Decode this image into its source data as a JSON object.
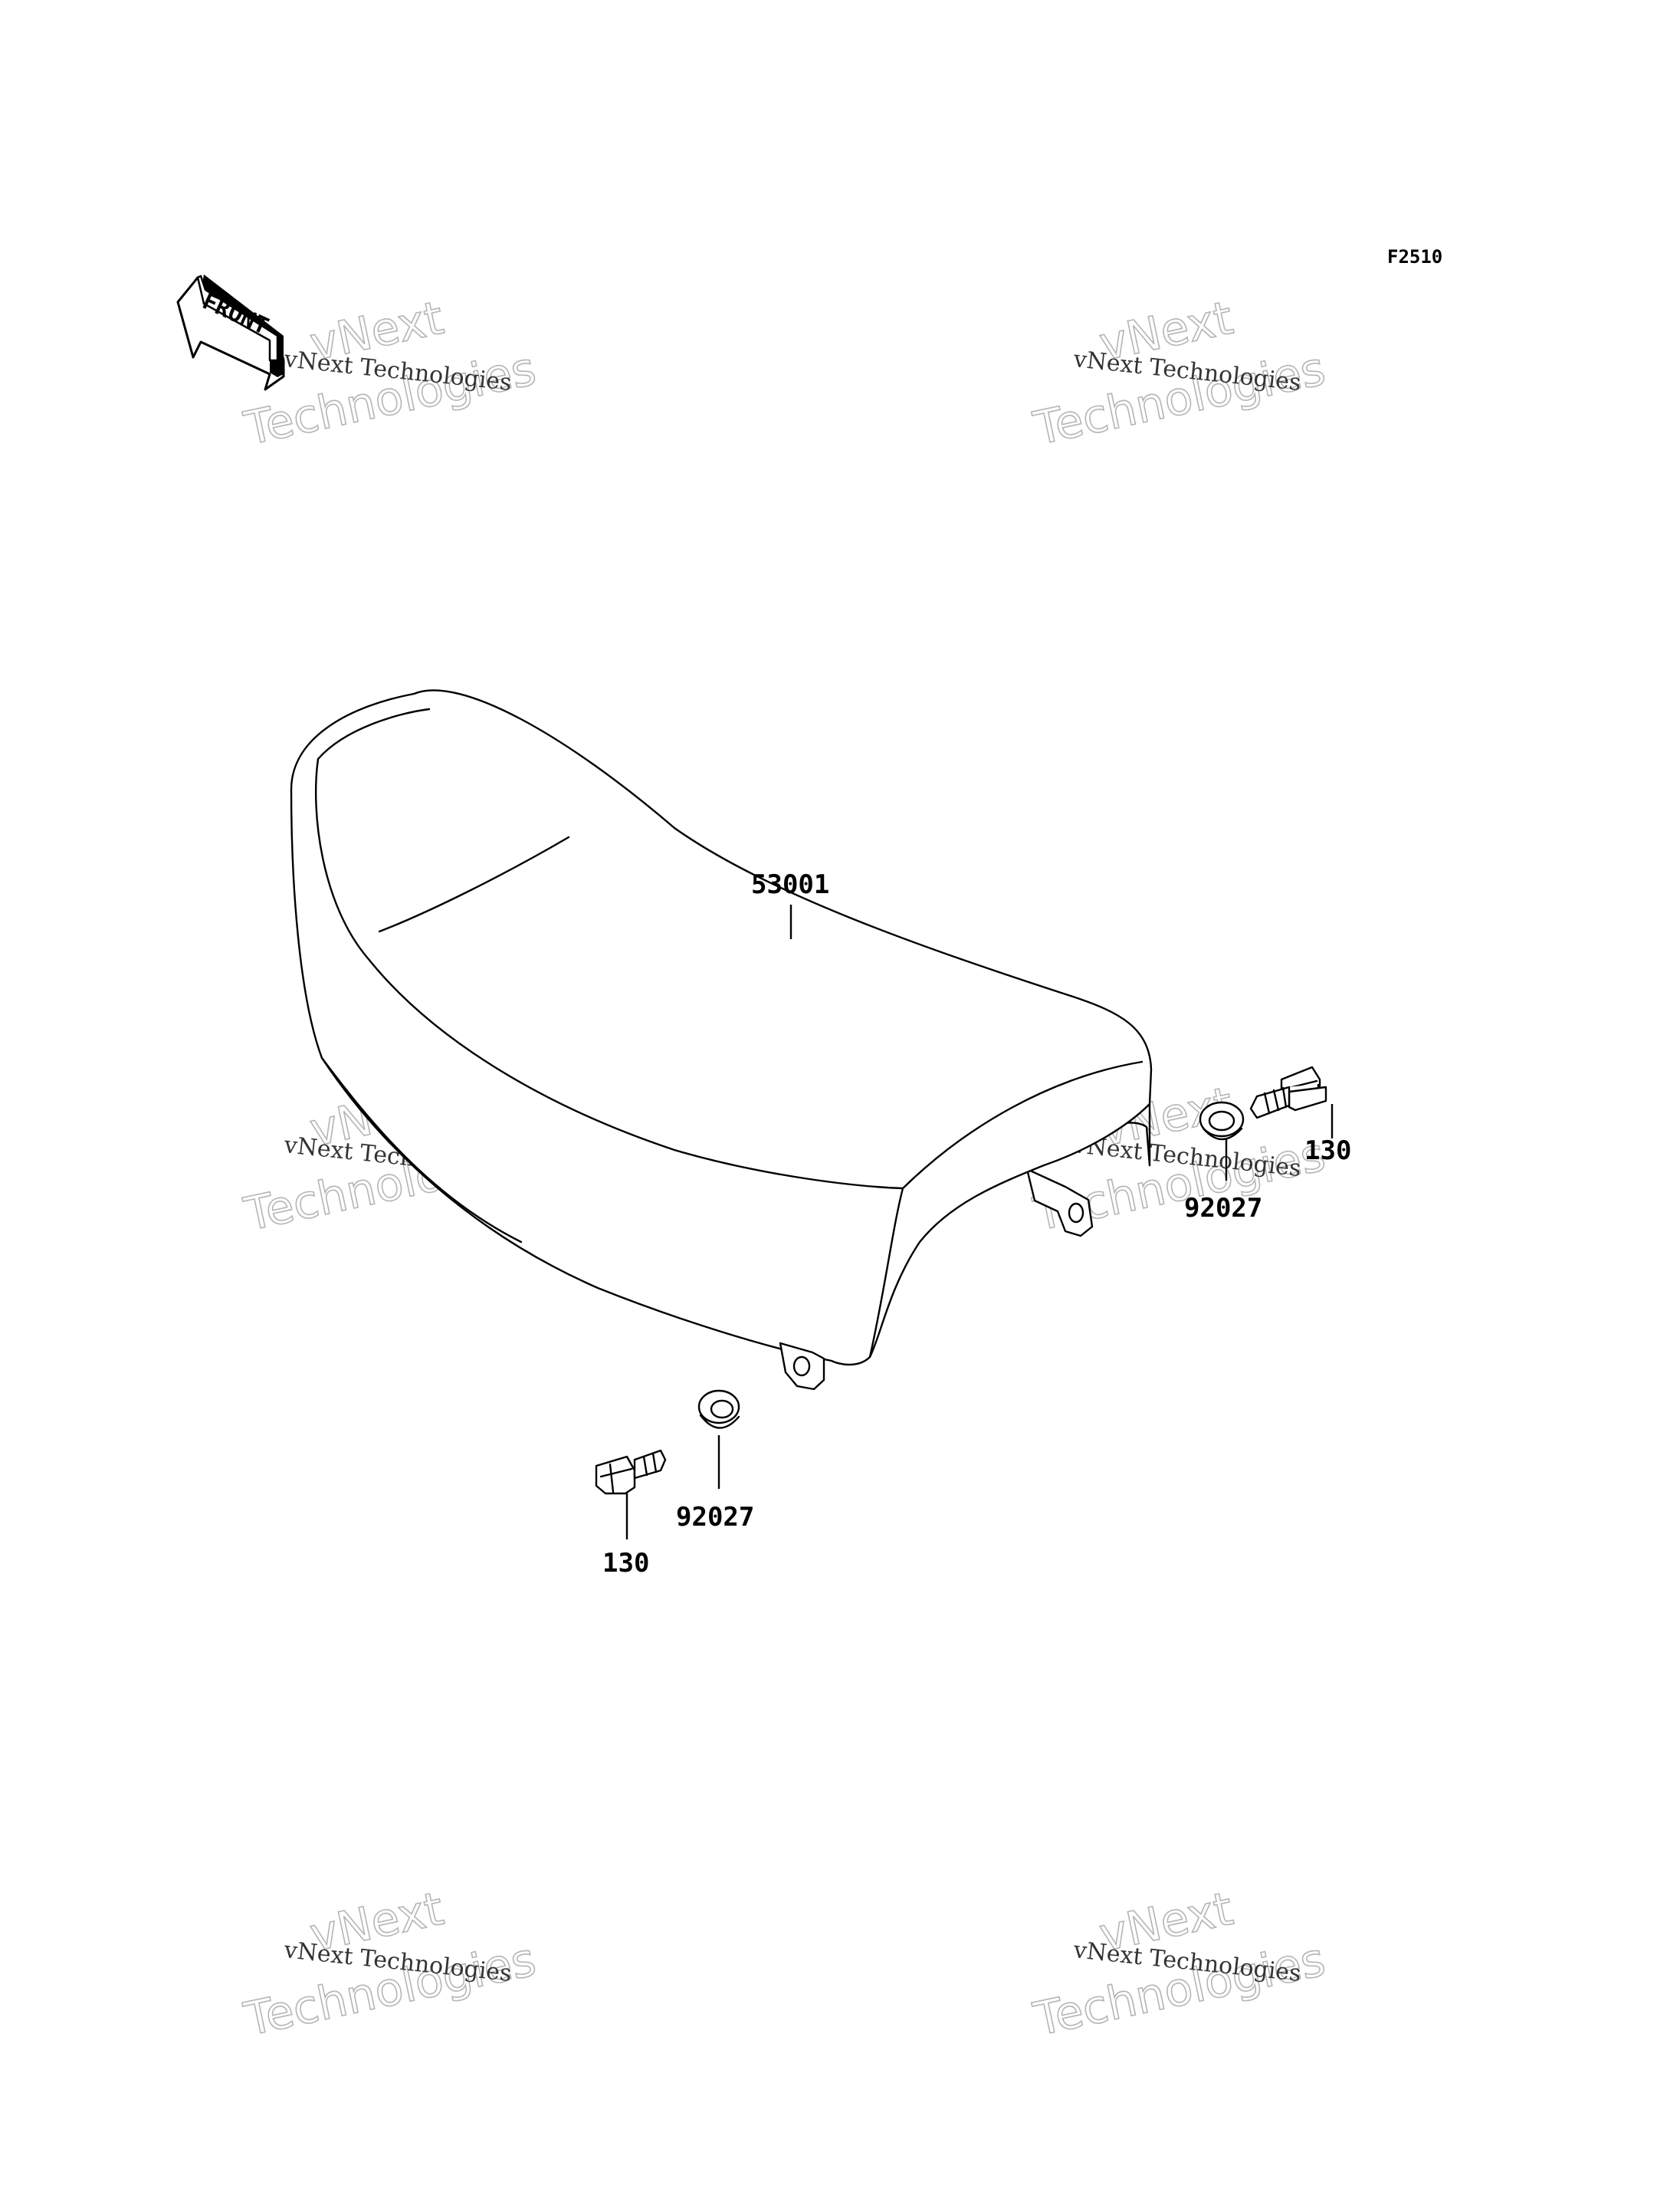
{
  "figure_code": "F2510",
  "front_label": "FRONT",
  "watermark": {
    "line1": "vNext Technologies",
    "line2_a": "vNext",
    "line2_b": "Technologies"
  },
  "callouts": {
    "seat": "53001",
    "collar_rear": "92027",
    "bolt_rear": "130",
    "collar_front": "92027",
    "bolt_front": "130"
  }
}
